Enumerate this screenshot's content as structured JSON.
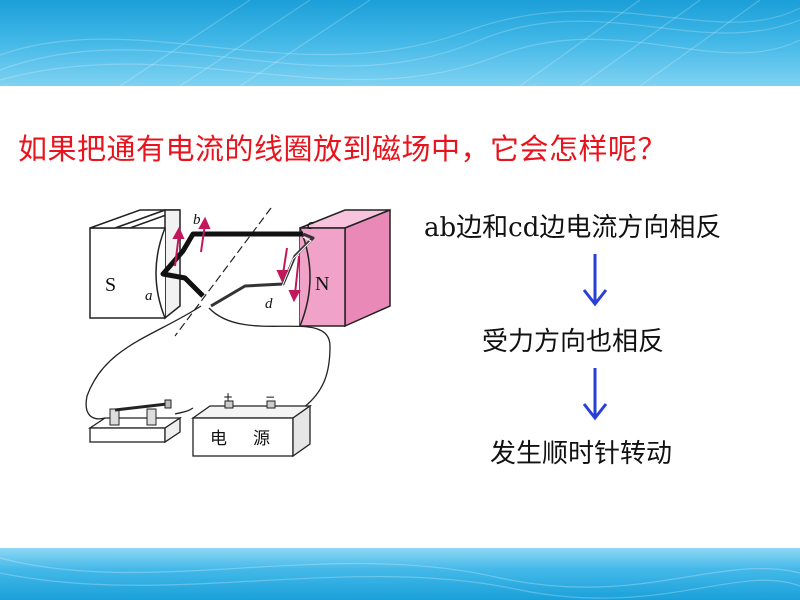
{
  "slide": {
    "question": "如果把通有电流的线圈放到磁场中，它会怎样呢？",
    "steps": [
      "ab边和cd边电流方向相反",
      "受力方向也相反",
      "发生顺时针转动"
    ]
  },
  "diagram": {
    "magnet_s": "S",
    "magnet_n": "N",
    "label_a": "a",
    "label_b": "b",
    "label_c": "c",
    "label_d": "d",
    "power_plus": "+",
    "power_minus": "−",
    "power_label_1": "电",
    "power_label_2": "源"
  },
  "colors": {
    "question_text": "#e8141d",
    "arrow": "#2a3fd6",
    "north_magnet": "#f1a2c8",
    "force_arrow": "#c2185b",
    "band": "#2aa8de"
  }
}
